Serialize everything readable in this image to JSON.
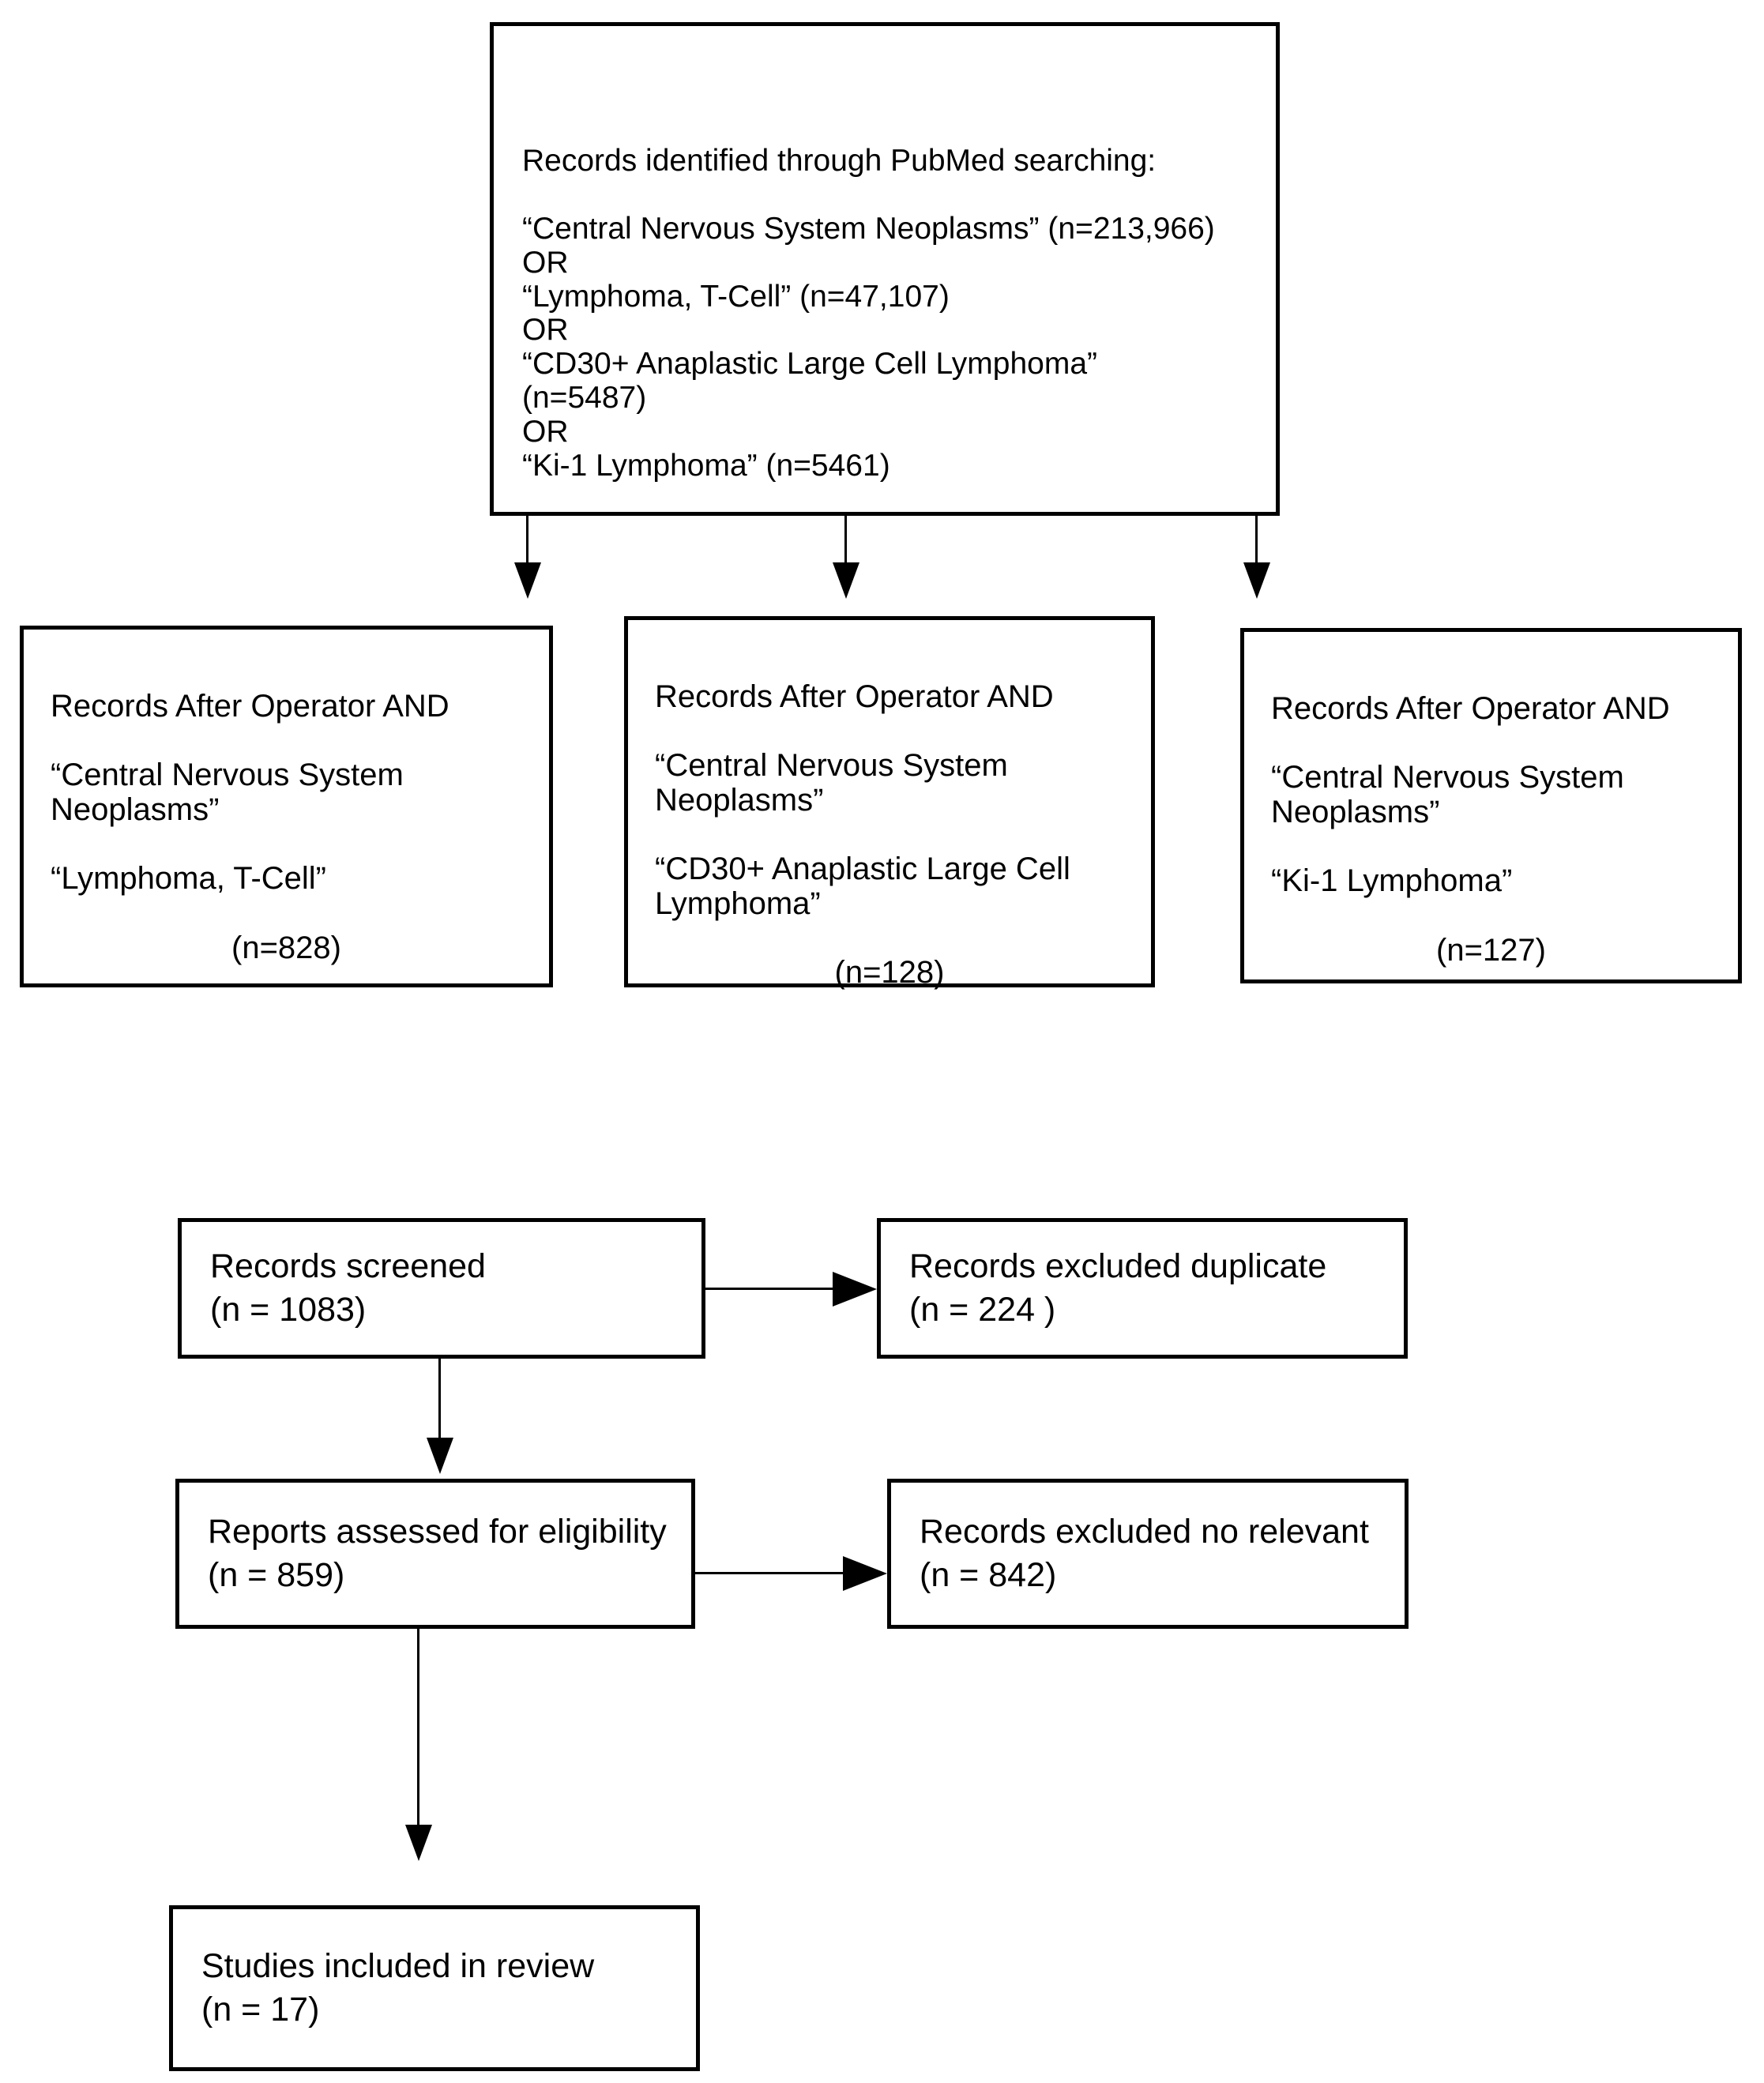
{
  "diagram": {
    "kind": "literature-search-flow",
    "colors": {
      "background": "#ffffff",
      "line": "#000000",
      "text": "#000000"
    },
    "boxes": {
      "records_identified": {
        "text": "Records identified through PubMed searching:\n\n“Central Nervous System Neoplasms” (n=213,966)\nOR\n“Lymphoma, T-Cell” (n=47,107)\nOR\n“CD30+ Anaplastic Large Cell Lymphoma”\n(n=5487)\nOR\n“Ki-1 Lymphoma” (n=5461)"
      },
      "and_tcell": {
        "body": "Records After Operator AND\n\n“Central Nervous System\nNeoplasms”\n\n“Lymphoma, T-Cell”",
        "count": "(n=828)"
      },
      "and_cd30": {
        "body": "Records After Operator AND\n\n“Central Nervous System\nNeoplasms”\n\n“CD30+ Anaplastic Large Cell\nLymphoma”",
        "count": "(n=128)"
      },
      "and_ki1": {
        "body": "Records After Operator AND\n\n“Central Nervous System\nNeoplasms”\n\n“Ki-1 Lymphoma”",
        "count": "(n=127)"
      },
      "records_screened": {
        "text": "Records screened\n(n = 1083)"
      },
      "records_excluded_duplicate": {
        "text": "Records excluded duplicate\n(n = 224 )"
      },
      "reports_assessed": {
        "text": "Reports assessed for eligibility\n(n = 859)"
      },
      "records_excluded_no_relevant": {
        "text": "Records excluded no relevant\n(n = 842)"
      },
      "studies_included": {
        "text": "Studies included in review\n(n = 17)"
      }
    },
    "edges": [
      {
        "from": "records_identified",
        "to": "and_tcell"
      },
      {
        "from": "records_identified",
        "to": "and_cd30"
      },
      {
        "from": "records_identified",
        "to": "and_ki1"
      },
      {
        "from": "records_screened",
        "to": "records_excluded_duplicate"
      },
      {
        "from": "records_screened",
        "to": "reports_assessed"
      },
      {
        "from": "reports_assessed",
        "to": "records_excluded_no_relevant"
      },
      {
        "from": "reports_assessed",
        "to": "studies_included"
      }
    ]
  }
}
